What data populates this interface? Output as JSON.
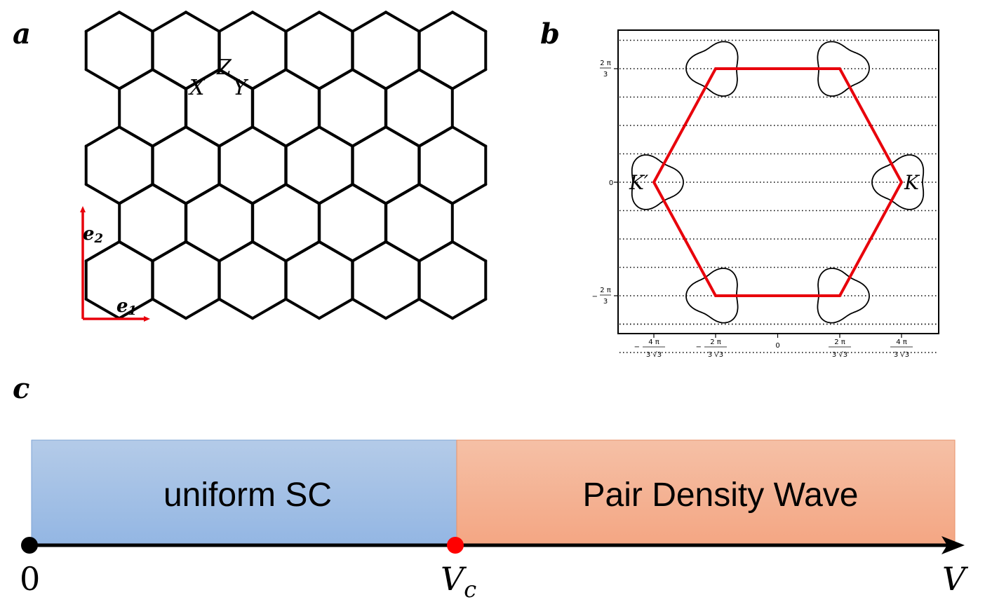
{
  "panel_a": {
    "label": "a",
    "bond_labels": {
      "x": "X",
      "y": "Y",
      "z": "Z"
    },
    "vectors": {
      "e1": "e",
      "e1_sub": "1",
      "e2": "e",
      "e2_sub": "2"
    },
    "lattice_color": "#000000",
    "vector_color": "#e8000b"
  },
  "panel_b": {
    "label": "b",
    "k_label": "K",
    "k_prime_label": "K′",
    "x_ticks": [
      {
        "sign": "−",
        "num": "4 π",
        "den": "3 √3"
      },
      {
        "sign": "−",
        "num": "2 π",
        "den": "3 √3"
      },
      {
        "sign": "",
        "num": "0",
        "den": ""
      },
      {
        "sign": "",
        "num": "2 π",
        "den": "3 √3"
      },
      {
        "sign": "",
        "num": "4 π",
        "den": "3 √3"
      }
    ],
    "y_ticks": [
      {
        "sign": "",
        "num": "2 π",
        "den": "3"
      },
      {
        "sign": "",
        "num": "0",
        "den": ""
      },
      {
        "sign": "−",
        "num": "2 π",
        "den": "3"
      }
    ],
    "brillouin_zone_color": "#e8000b"
  },
  "panel_c": {
    "label": "c",
    "phase_left": "uniform SC",
    "phase_right": "Pair Density Wave",
    "origin_label": "0",
    "critical_label": "V",
    "critical_sub": "c",
    "axis_label": "V",
    "left_color_top": "#b4cbe8",
    "left_color_bottom": "#93b6e3",
    "right_color_top": "#f5c0a6",
    "right_color_bottom": "#f4a683",
    "critical_point_color": "#ff0000"
  }
}
